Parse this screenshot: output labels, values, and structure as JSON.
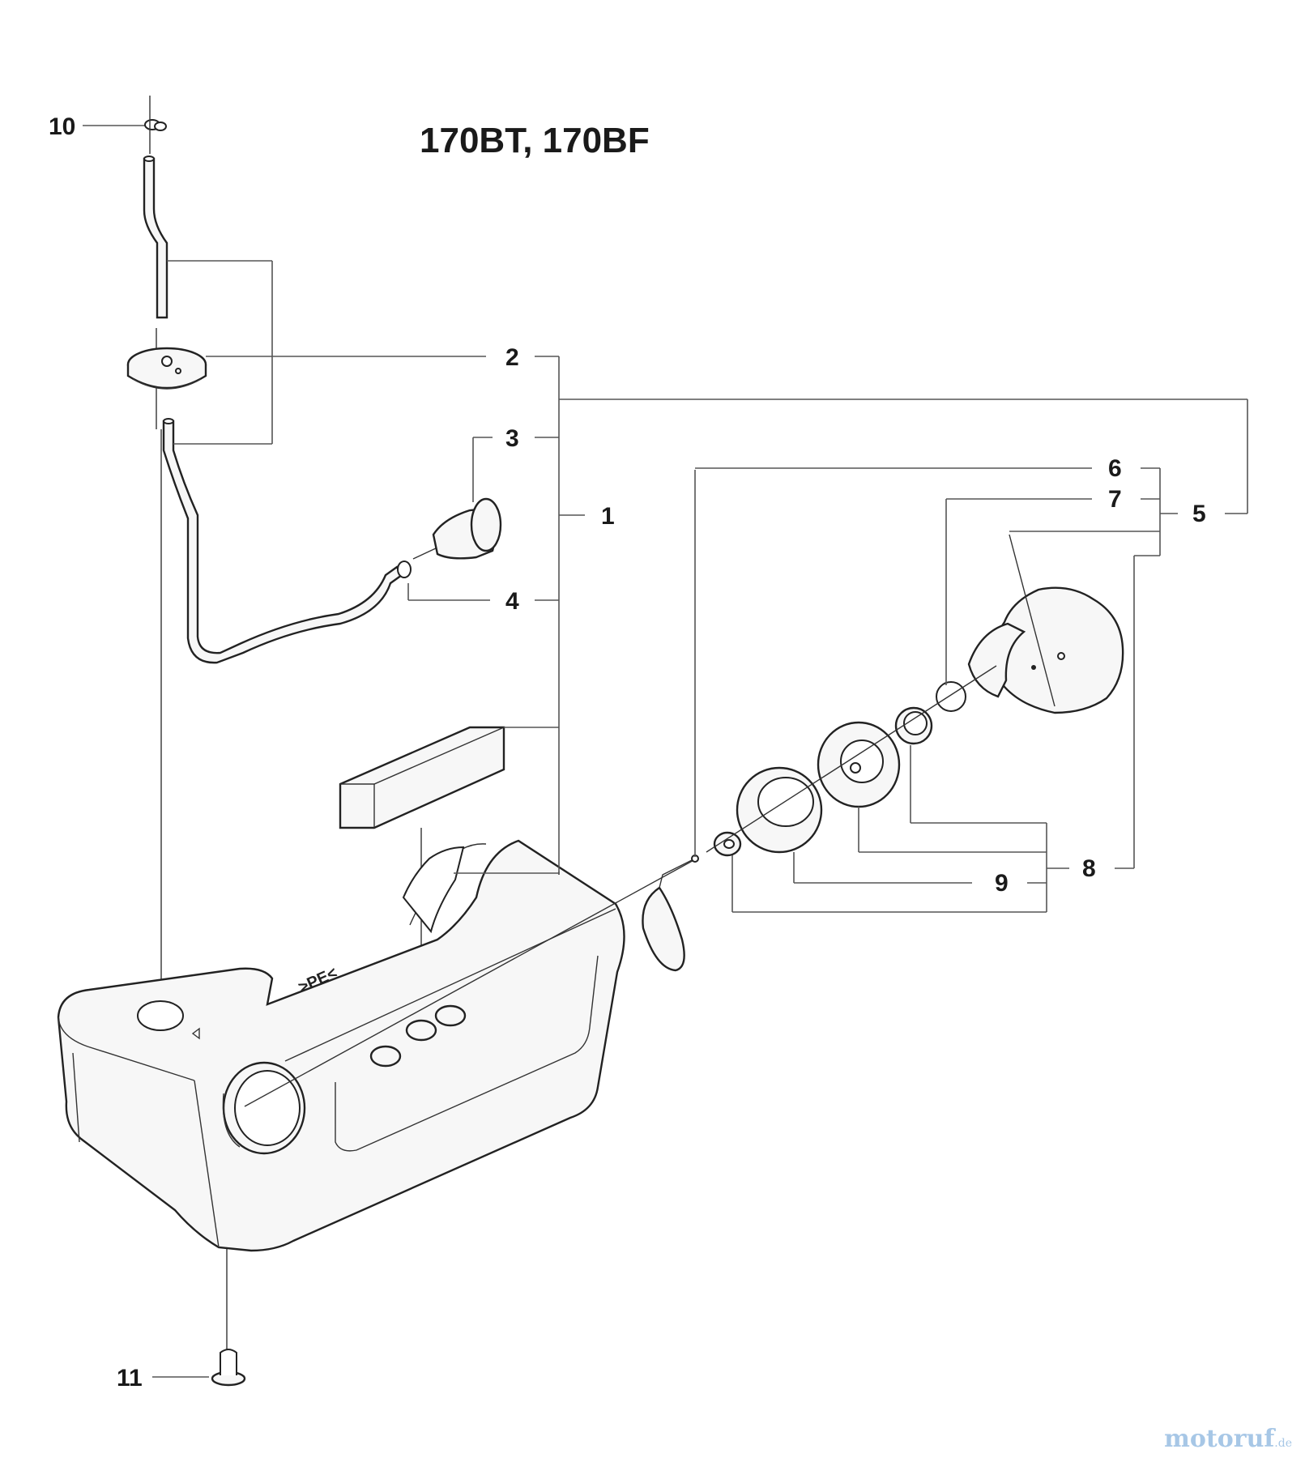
{
  "diagram": {
    "title": "170BT, 170BF",
    "callouts": {
      "c1": "1",
      "c2": "2",
      "c3": "3",
      "c4": "4",
      "c5": "5",
      "c6": "6",
      "c7": "7",
      "c8": "8",
      "c9": "9",
      "c10": "10",
      "c11": "11"
    }
  },
  "watermark": {
    "main": "motoruf",
    "suffix": ".de"
  }
}
